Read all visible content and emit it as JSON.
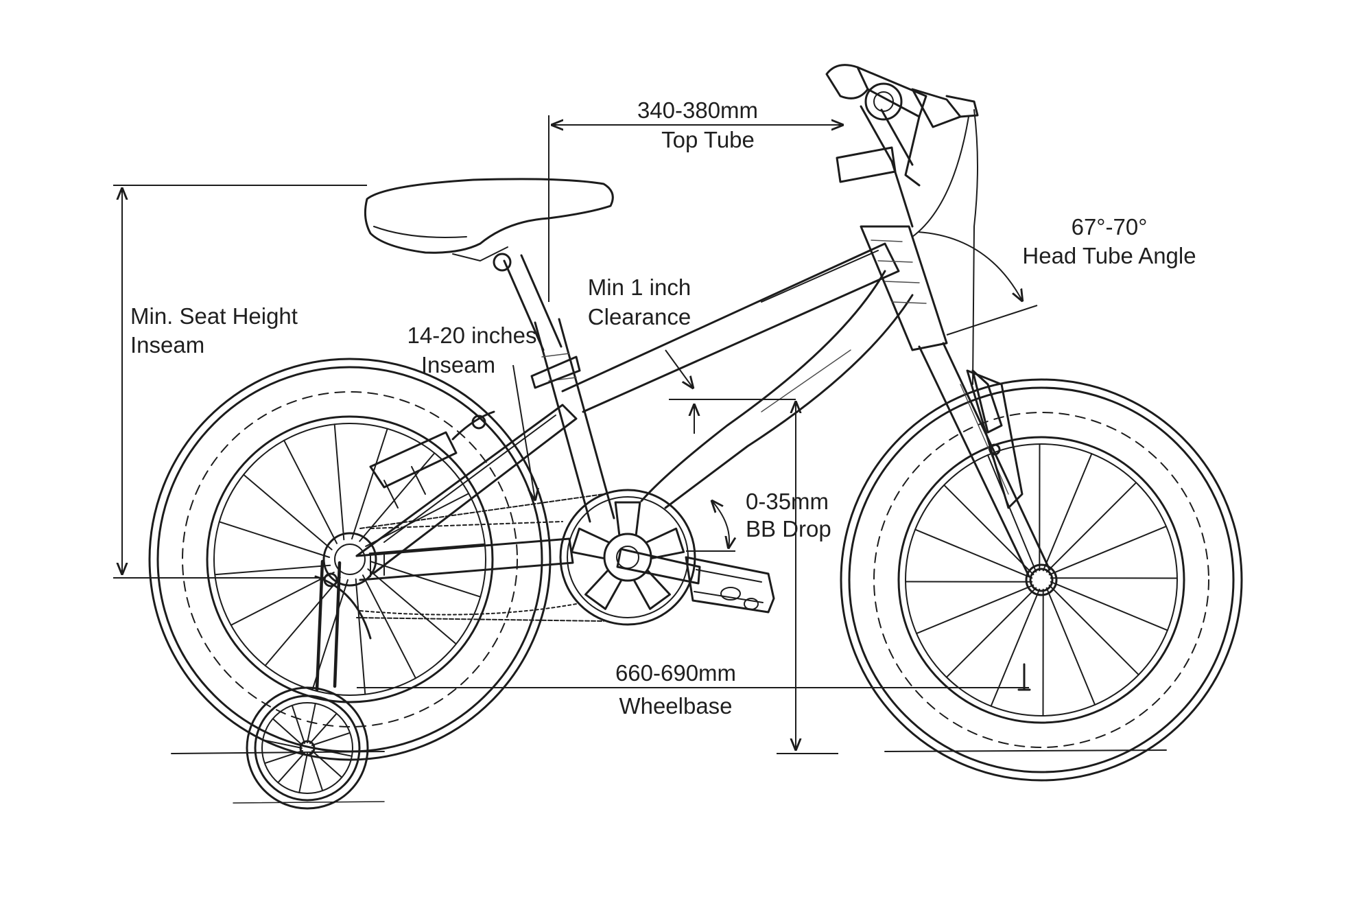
{
  "labels": {
    "top_tube_value": "340-380mm",
    "top_tube_name": "Top Tube",
    "seat_height_line1": "Min. Seat Height",
    "seat_height_line2": "Inseam",
    "inseam_line1": "14-20 inches",
    "inseam_line2": "Inseam",
    "clearance_line1": "Min 1 inch",
    "clearance_line2": "Clearance",
    "head_angle_value": "67°-70°",
    "head_angle_name": "Head Tube Angle",
    "bb_drop_value": "0-35mm",
    "bb_drop_name": "BB Drop",
    "wheelbase_value": "660-690mm",
    "wheelbase_name": "Wheelbase"
  },
  "colors": {
    "ink": "#1c1c1c",
    "background": "#ffffff"
  }
}
